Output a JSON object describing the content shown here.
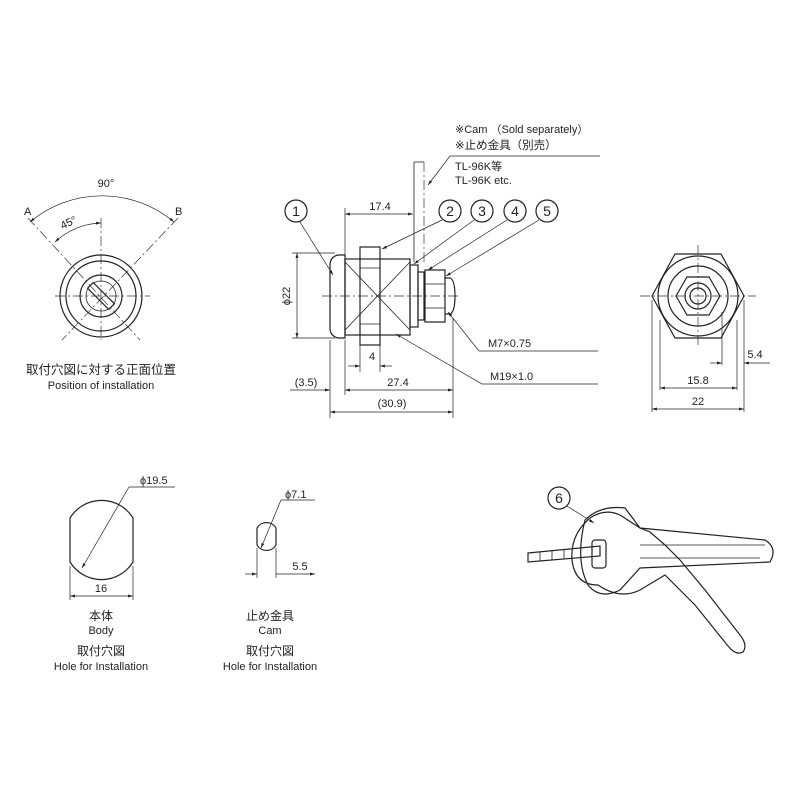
{
  "front_view": {
    "angle_total": "90°",
    "angle_half": "45°",
    "label_a": "A",
    "label_b": "B",
    "caption_jp": "取付穴図に対する正面位置",
    "caption_en": "Position of installation"
  },
  "side_view": {
    "cam_note_en": "※Cam （Sold separately）",
    "cam_note_jp": "※止め金具（別売）",
    "cam_model_jp": "TL-96K等",
    "cam_model_en": "TL-96K etc.",
    "balloons": [
      "1",
      "2",
      "3",
      "4",
      "5"
    ],
    "dim_17_4": "17.4",
    "dim_dia22": "ϕ22",
    "dim_4": "4",
    "dim_3_5": "(3.5)",
    "dim_27_4": "27.4",
    "dim_30_9": "(30.9)",
    "thread_small": "M7×0.75",
    "thread_large": "M19×1.0"
  },
  "rear_view": {
    "dim_5_4": "5.4",
    "dim_15_8": "15.8",
    "dim_22": "22"
  },
  "body_hole": {
    "dim_dia": "ϕ19.5",
    "dim_width": "16",
    "label_jp": "本体",
    "label_en": "Body",
    "caption_jp": "取付穴図",
    "caption_en": "Hole for Installation"
  },
  "cam_hole": {
    "dim_dia": "ϕ7.1",
    "dim_width": "5.5",
    "label_jp": "止め金具",
    "label_en": "Cam",
    "caption_jp": "取付穴図",
    "caption_en": "Hole for Installation"
  },
  "key": {
    "balloon": "6"
  }
}
